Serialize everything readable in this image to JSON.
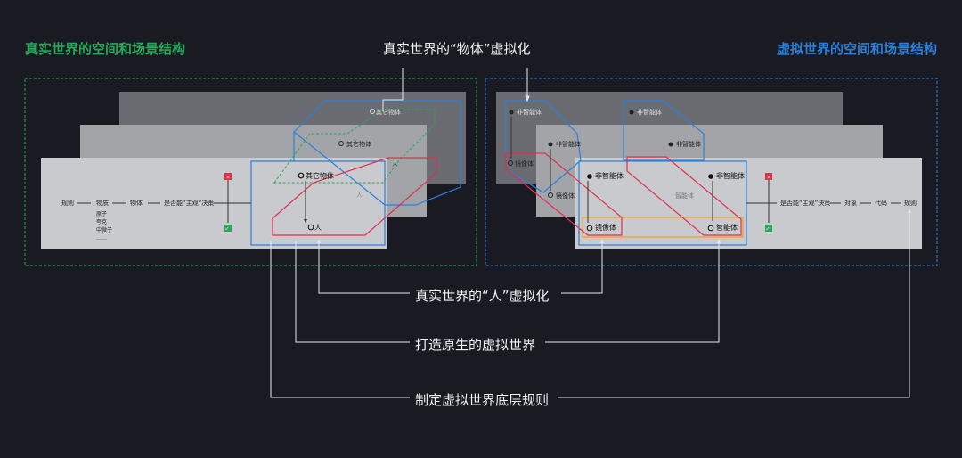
{
  "titles": {
    "left": "真实世界的空间和场景结构",
    "right": "虚拟世界的空间和场景结构",
    "center": "真实世界的“物体”虚拟化"
  },
  "captions": {
    "person": "真实世界的“人”虚拟化",
    "native": "打造原生的虚拟世界",
    "rules": "制定虚拟世界底层规则"
  },
  "left_panel": {
    "chain": [
      "规则",
      "物质",
      "物体",
      "是否能“主观”决策"
    ],
    "sub_items": [
      "原子",
      "夸克",
      "中微子",
      "……"
    ],
    "other_object": "其它物体",
    "person": "人",
    "no_mark": "×",
    "yes_mark": "✓"
  },
  "right_panel": {
    "chain": [
      "是否能“主观”决策",
      "对象",
      "代码",
      "规则"
    ],
    "non_smart": "非智能体",
    "mirror": "镜像体",
    "smart": "智能体"
  },
  "colors": {
    "green": "#27a85a",
    "blue": "#2b7fd9",
    "red": "#e0304a",
    "orange": "#f0a020"
  }
}
